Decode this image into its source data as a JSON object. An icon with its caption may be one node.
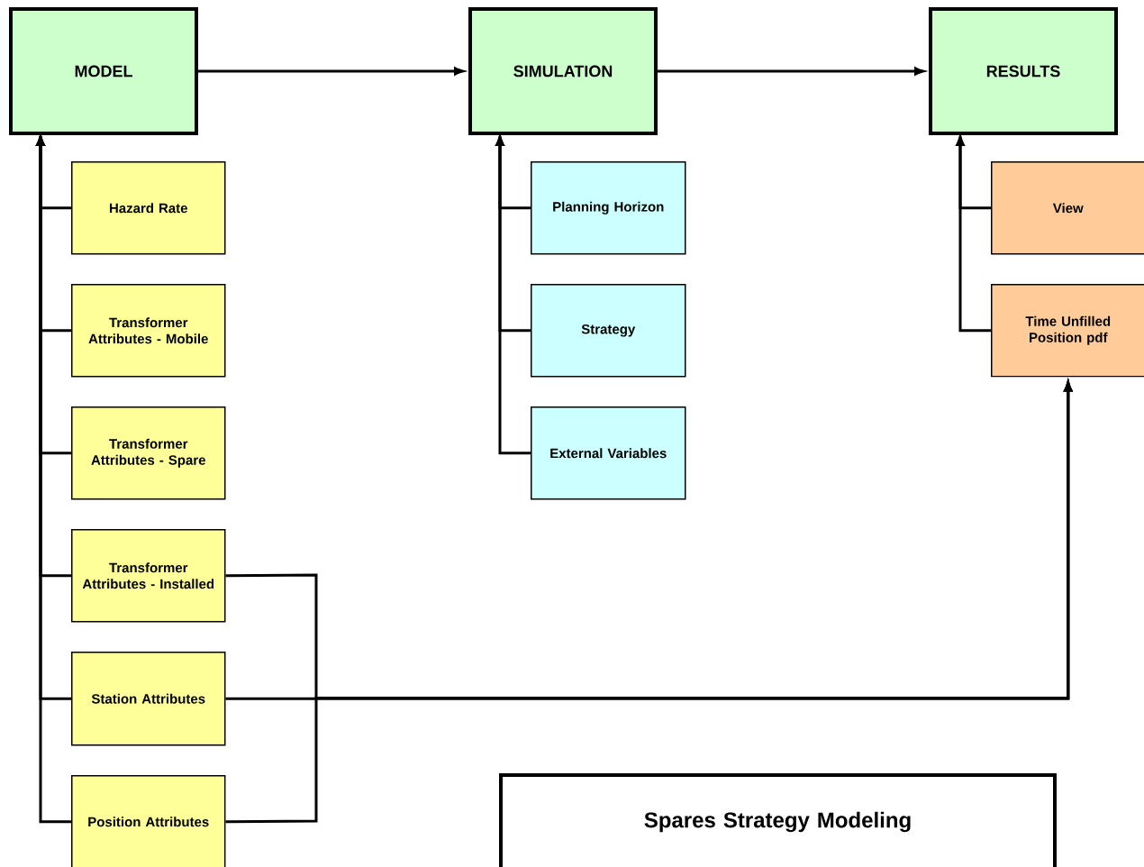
{
  "diagram": {
    "nodes": [
      {
        "text": [
          "MODEL"
        ]
      },
      {
        "text": [
          "SIMULATION"
        ]
      },
      {
        "text": [
          "RESULTS"
        ]
      },
      {
        "text": [
          "Hazard Rate"
        ]
      },
      {
        "text": [
          "Transformer Attributes - Mobile"
        ]
      },
      {
        "text": [
          "Transformer Attributes - Spare"
        ]
      },
      {
        "text": [
          "Transformer Attributes - Installed"
        ]
      },
      {
        "text": [
          "Station Attributes"
        ]
      },
      {
        "text": [
          "Position Attributes"
        ]
      },
      {
        "text": [
          "Planning Horizon"
        ]
      },
      {
        "text": [
          "Strategy"
        ]
      },
      {
        "text": [
          "External Variables"
        ]
      },
      {
        "text": [
          "View"
        ]
      },
      {
        "text": [
          "Time Unfilled Position pdf"
        ]
      },
      {
        "text": [
          "Spares Strategy Modeling"
        ]
      }
    ],
    "edges": [
      {
        "from": 0,
        "to": 1,
        "arrow": "to"
      },
      {
        "from": 1,
        "to": 2,
        "arrow": "to"
      },
      {
        "from": 3,
        "to": 0,
        "arrow": "to"
      },
      {
        "from": 4,
        "to": 0,
        "arrow": "to"
      },
      {
        "from": 5,
        "to": 0,
        "arrow": "to"
      },
      {
        "from": 6,
        "to": 0,
        "arrow": "to"
      },
      {
        "from": 7,
        "to": 0,
        "arrow": "to"
      },
      {
        "from": 8,
        "to": 0,
        "arrow": "to"
      },
      {
        "from": 9,
        "to": 1,
        "arrow": "to"
      },
      {
        "from": 10,
        "to": 1,
        "arrow": "to"
      },
      {
        "from": 11,
        "to": 1,
        "arrow": "to"
      },
      {
        "from": 12,
        "to": 2,
        "arrow": "to"
      },
      {
        "from": 13,
        "to": 2,
        "arrow": "to"
      },
      {
        "from": 7,
        "to": 13,
        "arrow": "to"
      },
      {
        "from": 6,
        "to": 13,
        "arrow": "to"
      },
      {
        "from": 8,
        "to": 13,
        "arrow": "to"
      }
    ]
  }
}
